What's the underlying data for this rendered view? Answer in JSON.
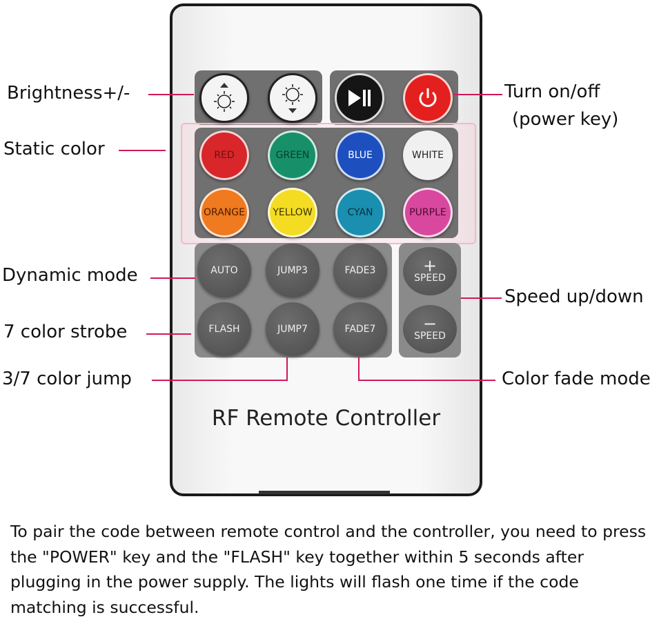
{
  "remote": {
    "title": "RF Remote Controller",
    "top_buttons": [
      {
        "name": "brightness-up",
        "icon": "sun-up-icon"
      },
      {
        "name": "brightness-down",
        "icon": "sun-down-icon"
      },
      {
        "name": "play-pause",
        "icon": "play-pause-icon"
      },
      {
        "name": "power",
        "icon": "power-icon"
      }
    ],
    "color_buttons": [
      {
        "label": "RED",
        "color": "#d8262a",
        "text": "#6e1010"
      },
      {
        "label": "GREEN",
        "color": "#17906a",
        "text": "#0b3d2c"
      },
      {
        "label": "BLUE",
        "color": "#1d4fbf",
        "text": "#ffffff"
      },
      {
        "label": "WHITE",
        "color": "#f0f0f0",
        "text": "#222222"
      },
      {
        "label": "ORANGE",
        "color": "#ef7a1f",
        "text": "#4a1d00"
      },
      {
        "label": "YELLOW",
        "color": "#f3dc22",
        "text": "#3a3300"
      },
      {
        "label": "CYAN",
        "color": "#1a8fb0",
        "text": "#0b2f3b"
      },
      {
        "label": "PURPLE",
        "color": "#d9489f",
        "text": "#4a0b2f"
      }
    ],
    "dynamic_buttons": [
      "AUTO",
      "JUMP3",
      "FADE3",
      "FLASH",
      "JUMP7",
      "FADE7"
    ],
    "speed_buttons": [
      {
        "symbol": "+",
        "label": "SPEED"
      },
      {
        "symbol": "−",
        "label": "SPEED"
      }
    ]
  },
  "callouts": {
    "brightness": "Brightness+/-",
    "turn_on_off": "Turn on/off",
    "power_key": "(power key)",
    "static_color": "Static color",
    "dynamic_mode": "Dynamic mode",
    "strobe": "7 color strobe",
    "jump": "3/7 color jump",
    "speed": "Speed up/down",
    "fade": "Color fade mode"
  },
  "instructions": "To pair the code between remote control and the controller, you need to press the \"POWER\" key and the \"FLASH\" key together within 5 seconds after plugging in the power supply. The lights will flash one time if the code matching is successful.",
  "accent_color": "#d0175a"
}
